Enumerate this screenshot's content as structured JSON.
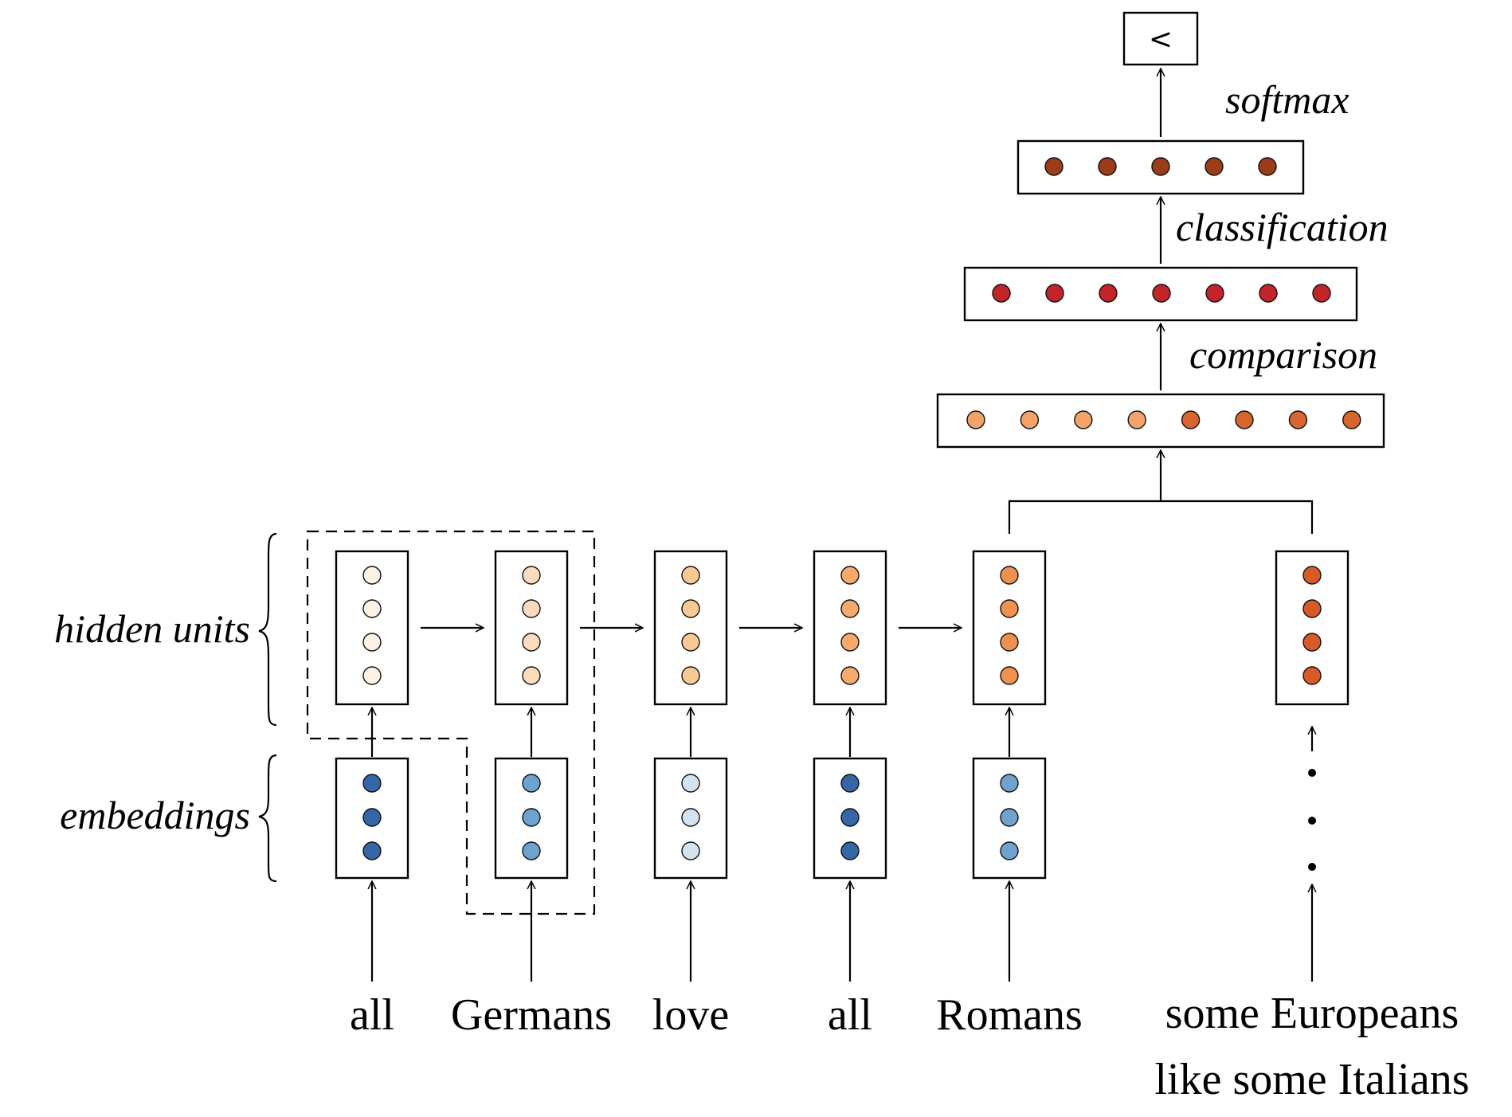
{
  "words": [
    "all",
    "Germans",
    "love",
    "all",
    "Romans"
  ],
  "right_input": [
    "some Europeans",
    "like some Italians"
  ],
  "labels": {
    "hidden_units": "hidden units",
    "embeddings": "embeddings",
    "comparison": "comparison",
    "classification": "classification",
    "softmax": "softmax"
  },
  "output_symbol": "<",
  "colors": {
    "hidden": [
      "#fdf1e4",
      "#fbdcbd",
      "#f9c994",
      "#f5aa6c",
      "#f0924f",
      "#d85a28"
    ],
    "embeddings": [
      "#3566a8",
      "#6fa3cf",
      "#d3e4f0",
      "#3566a8",
      "#6fa3cf"
    ],
    "comparison": [
      "#f3a367",
      "#f3a367",
      "#f3a367",
      "#f3a367",
      "#d8652d",
      "#d8652d",
      "#d8652d",
      "#d8652d"
    ],
    "classification": "#c4232a",
    "softmax": "#9a3d18"
  }
}
